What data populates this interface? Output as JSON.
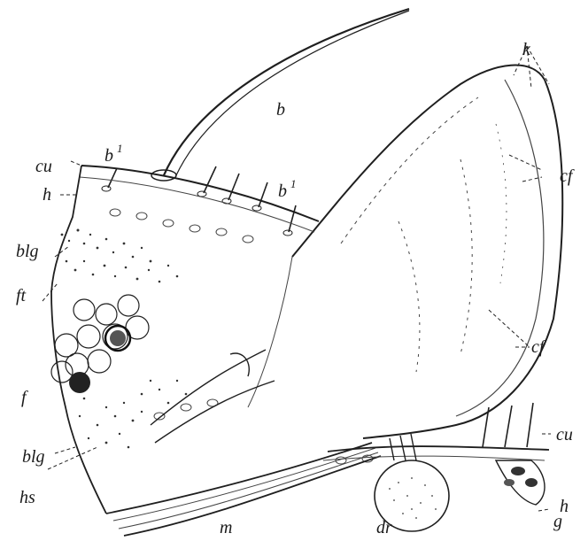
{
  "labels": {
    "b": "b",
    "b1_left": "b",
    "b1_left_sup": "1",
    "b1_right": "b",
    "b1_right_sup": "1",
    "cu_left": "cu",
    "h_left": "h",
    "blg_top": "blg",
    "ft": "ft",
    "f": "f",
    "blg_bottom": "blg",
    "hs": "hs",
    "m": "m",
    "dr": "dr",
    "g": "g",
    "h_right": "h",
    "cu_right": "cu",
    "cf_top": "cf",
    "cf_mid": "cf",
    "k": "k"
  }
}
